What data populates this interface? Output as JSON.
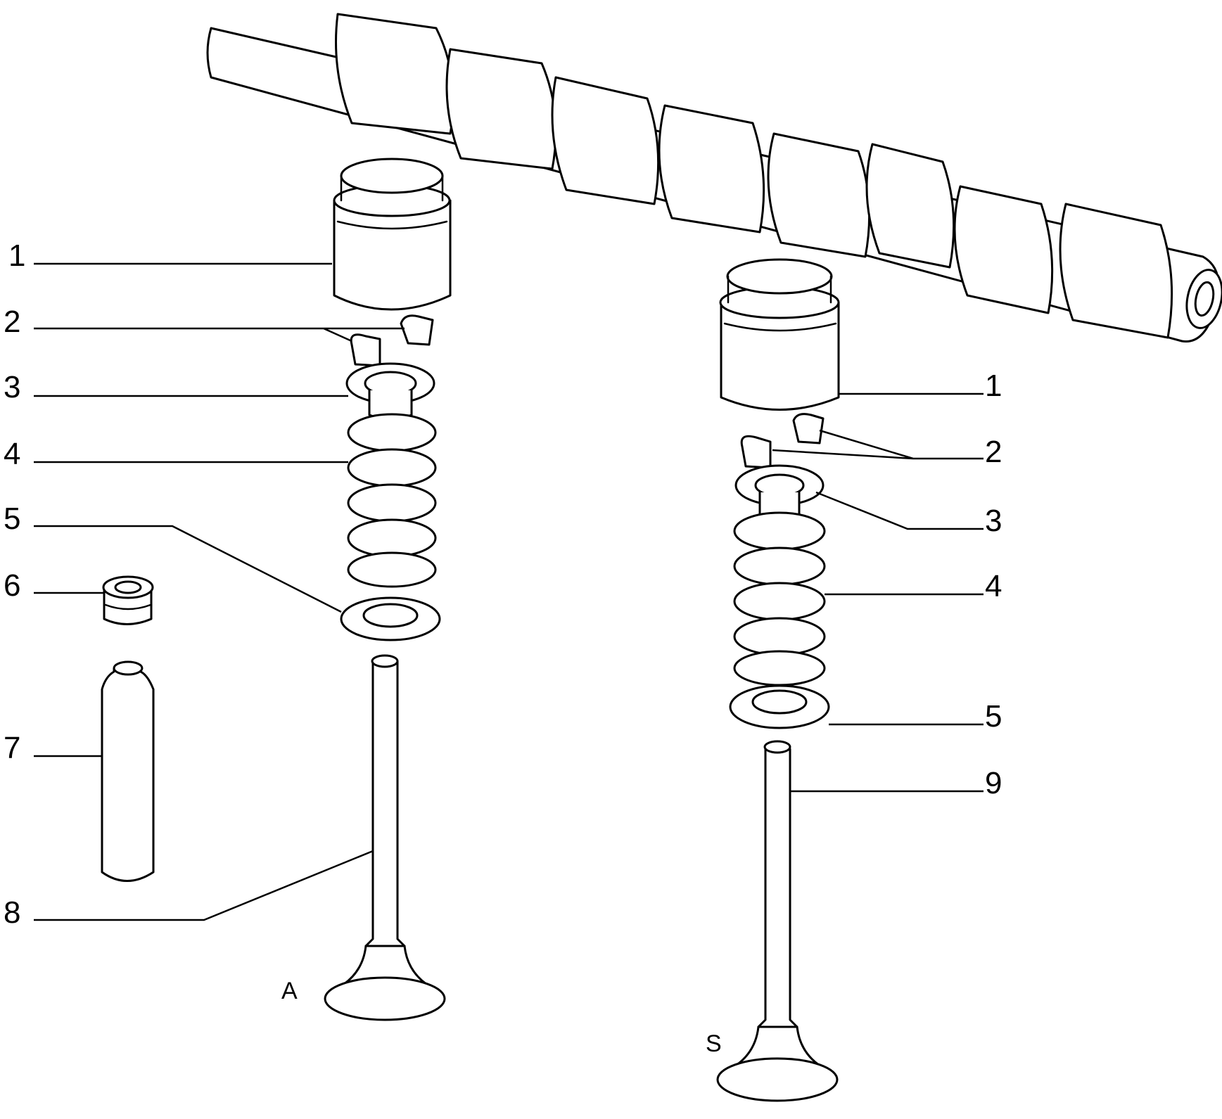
{
  "diagram": {
    "left_callouts": [
      "1",
      "2",
      "3",
      "4",
      "5",
      "6",
      "7",
      "8"
    ],
    "right_callouts": [
      "1",
      "2",
      "3",
      "4",
      "5",
      "9"
    ],
    "valve_labels": {
      "left": "A",
      "right": "S"
    }
  },
  "colors": {
    "line": "#000000",
    "background": "#ffffff"
  }
}
